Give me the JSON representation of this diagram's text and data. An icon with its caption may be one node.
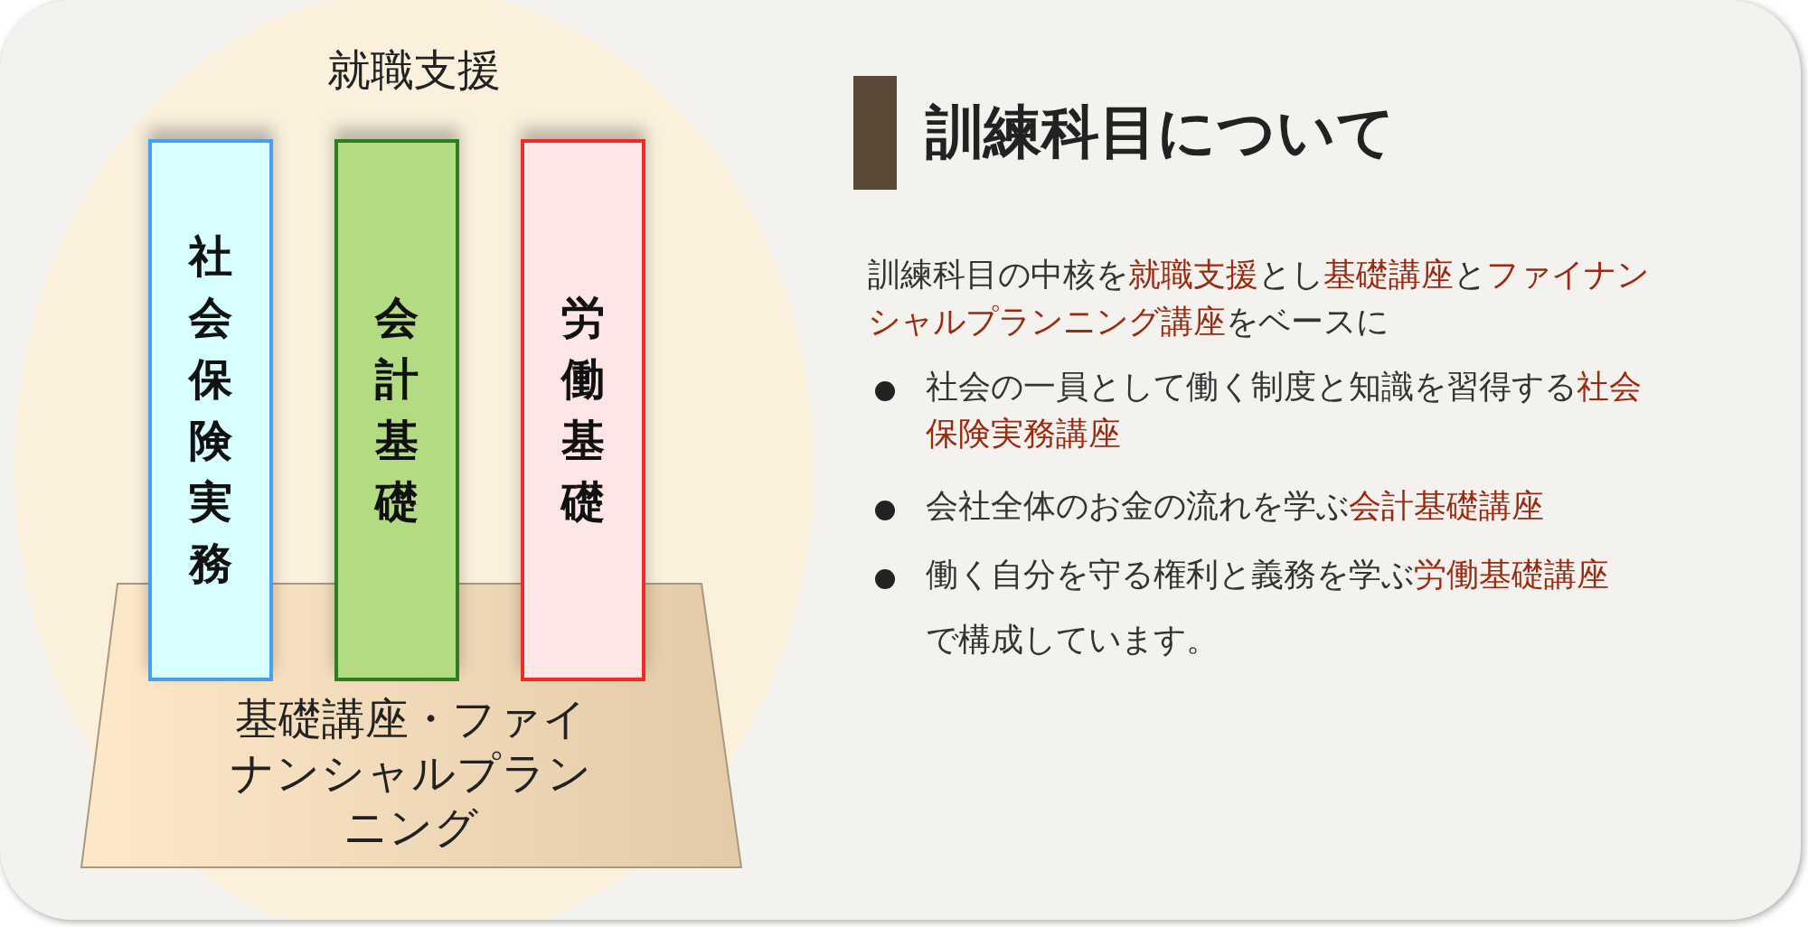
{
  "diagram": {
    "title": "訓練科目について",
    "nodes": [
      {
        "text": [
          "就職支援"
        ]
      },
      {
        "text": [
          "基礎講座・ファイナンシャルプランニング"
        ],
        "in": 0
      },
      {
        "text": [
          "社会保険実務"
        ],
        "in": 0
      },
      {
        "text": [
          "会計基礎"
        ],
        "in": 0
      },
      {
        "text": [
          "労働基礎"
        ],
        "in": 0
      }
    ],
    "edges": [],
    "labels": [
      "訓練科目の中核を**就職支援**とし**基礎講座**と**ファイナンシャルプランニング講座**をベースに",
      "社会の一員として働く制度と知識を習得する**社会保険実務講座**",
      "会社全体のお金の流れを学ぶ**会計基礎講座**",
      "働く自分を守る権利と義務を学ぶ**労働基礎講座**",
      "で構成しています。"
    ]
  }
}
